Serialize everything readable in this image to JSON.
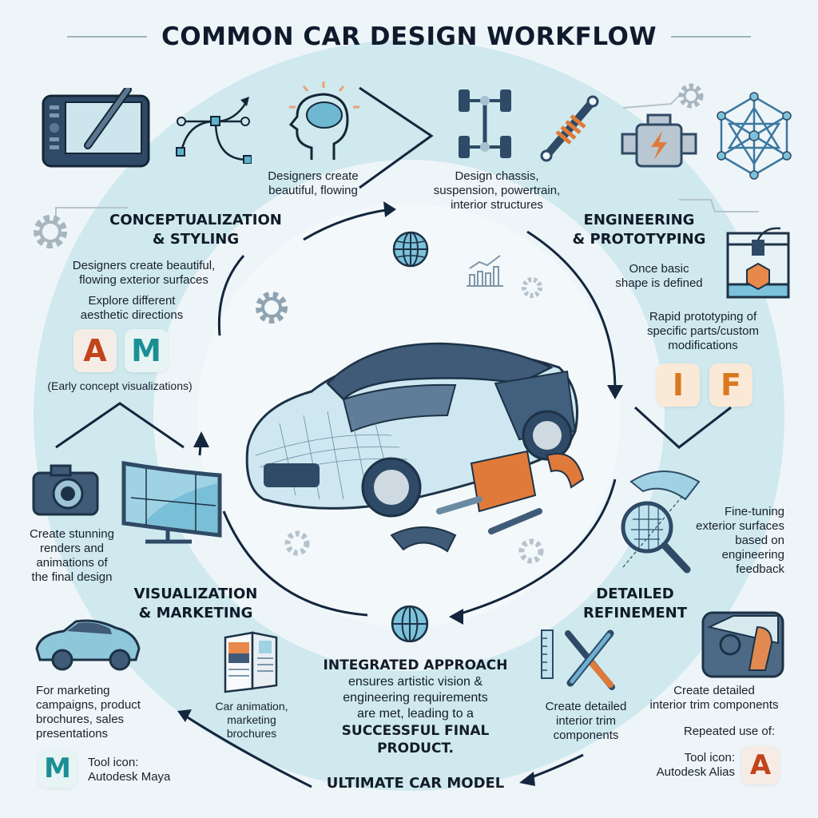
{
  "header": {
    "title": "COMMON CAR DESIGN WORKFLOW"
  },
  "colors": {
    "background": "#eef5f8",
    "flow_band": "#c9e6ec",
    "arrow": "#13263d",
    "accent_orange": "#e07a3a",
    "accent_blue": "#5fb2cf",
    "dark_slate": "#2f4a66"
  },
  "stages": {
    "conceptualization": {
      "title_line1": "CONCEPTUALIZATION",
      "title_line2": "& STYLING",
      "icon_caption_line1": "Designers create",
      "icon_caption_line2": "beautiful, flowing",
      "desc1_line1": "Designers create beautiful,",
      "desc1_line2": "flowing exterior surfaces",
      "desc2_line1": "Explore different",
      "desc2_line2": "aesthetic directions",
      "tools": [
        {
          "letter": "A",
          "name": "alias-icon"
        },
        {
          "letter": "M",
          "name": "maya-icon"
        }
      ],
      "note": "(Early concept visualizations)",
      "icons": [
        "drawing-tablet-icon",
        "bezier-curve-icon",
        "brain-head-icon",
        "gear-icon"
      ]
    },
    "engineering": {
      "title_line1": "ENGINEERING",
      "title_line2": "& PROTOTYPING",
      "icon_caption_line1": "Design chassis,",
      "icon_caption_line2": "suspension, powertrain,",
      "icon_caption_line3": "interior structures",
      "desc1_line1": "Once basic",
      "desc1_line2": "shape is defined",
      "desc2_line1": "Rapid prototyping of",
      "desc2_line2": "specific parts/custom",
      "desc2_line3": "modifications",
      "tools": [
        {
          "letter": "I",
          "name": "inventor-icon"
        },
        {
          "letter": "F",
          "name": "fusion-icon"
        }
      ],
      "icons": [
        "chassis-icon",
        "shock-absorber-icon",
        "engine-icon",
        "mesh-structure-icon",
        "3d-printer-icon"
      ]
    },
    "refinement": {
      "title_line1": "DETAILED",
      "title_line2": "REFINEMENT",
      "desc1_line1": "Fine-tuning",
      "desc1_line2": "exterior surfaces",
      "desc1_line3": "based on",
      "desc1_line4": "engineering",
      "desc1_line5": "feedback",
      "tool_caption_line1": "Create detailed",
      "tool_caption_line2": "interior trim",
      "tool_caption_line3": "components",
      "interior_caption_line1": "Create detailed",
      "interior_caption_line2": "interior trim components",
      "repeated": "Repeated use of:",
      "tool_label_line1": "Tool icon:",
      "tool_label_line2": "Autodesk Alias",
      "tool_letter": "A",
      "icons": [
        "surface-magnifier-icon",
        "ruler-tools-icon",
        "car-interior-icon"
      ]
    },
    "visualization": {
      "title_line1": "VISUALIZATION",
      "title_line2": "& MARKETING",
      "desc1_line1": "Create stunning",
      "desc1_line2": "renders and",
      "desc1_line3": "animations of",
      "desc1_line4": "the final design",
      "brochure_caption_line1": "Car animation,",
      "brochure_caption_line2": "marketing",
      "brochure_caption_line3": "brochures",
      "marketing_line1": "For marketing",
      "marketing_line2": "campaigns, product",
      "marketing_line3": "brochures, sales",
      "marketing_line4": "presentations",
      "tool_label_line1": "Tool icon:",
      "tool_label_line2": "Autodesk Maya",
      "tool_letter": "M",
      "icons": [
        "camera-icon",
        "curved-monitor-icon",
        "car-icon",
        "brochure-icon"
      ]
    }
  },
  "center": {
    "headline": "INTEGRATED APPROACH",
    "body_line1": "ensures artistic vision &",
    "body_line2": "engineering requirements",
    "body_line3": "are met, leading to a",
    "emphasis_line1": "SUCCESSFUL FINAL",
    "emphasis_line2": "PRODUCT.",
    "final_label": "ULTIMATE CAR MODEL",
    "icons": [
      "car-wireframe-illustration",
      "globe-icon",
      "chart-icon",
      "gear-icon",
      "car-parts-icon"
    ]
  }
}
